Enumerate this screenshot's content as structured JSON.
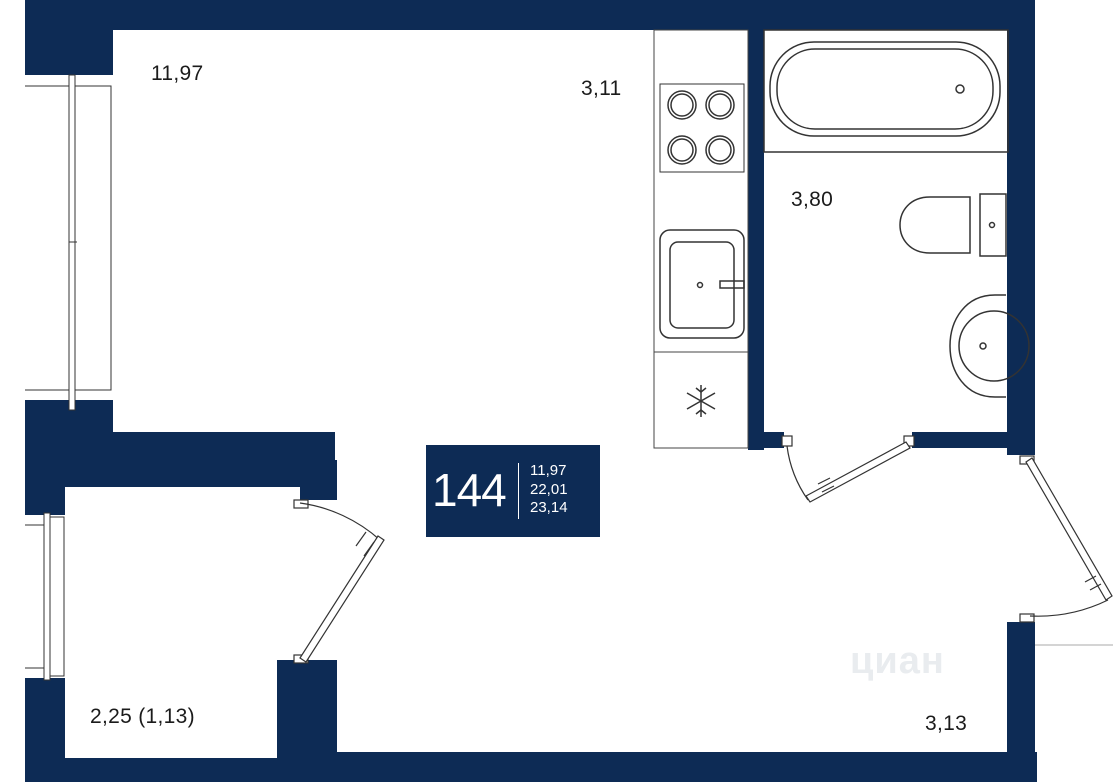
{
  "apartment": {
    "number": "144",
    "areas": [
      "11,97",
      "22,01",
      "23,14"
    ]
  },
  "rooms": {
    "living": "11,97",
    "kitchen": "3,11",
    "bathroom": "3,80",
    "balcony": "2,25 (1,13)",
    "hall": "3,13"
  },
  "watermark": "циан",
  "colors": {
    "wall": "#0d2b55",
    "fixture_line": "#333333",
    "background": "#ffffff"
  },
  "icons": [
    "snowflake-icon",
    "stove-icon",
    "sink-icon",
    "bathtub-icon",
    "toilet-icon",
    "washbasin-icon"
  ]
}
